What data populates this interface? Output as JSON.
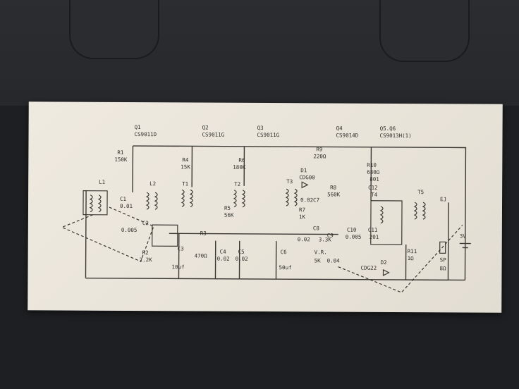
{
  "transistors": [
    {
      "id": "q1",
      "ref": "Q1",
      "part": "CS9011D"
    },
    {
      "id": "q2",
      "ref": "Q2",
      "part": "CS9011G"
    },
    {
      "id": "q3",
      "ref": "Q3",
      "part": "CS9011G"
    },
    {
      "id": "q4",
      "ref": "Q4",
      "part": "CS9014D"
    },
    {
      "id": "q56",
      "ref": "Q5.Q6",
      "part": "CS9013H(1)"
    }
  ],
  "resistors": [
    {
      "ref": "R1",
      "value": "150K"
    },
    {
      "ref": "R2",
      "value": "2.2K"
    },
    {
      "ref": "R3",
      "value": "470Ω"
    },
    {
      "ref": "R4",
      "value": "15K"
    },
    {
      "ref": "R5",
      "value": "56K"
    },
    {
      "ref": "R6",
      "value": "180K"
    },
    {
      "ref": "R7",
      "value": "1K"
    },
    {
      "ref": "R8",
      "value": "560K"
    },
    {
      "ref": "R9",
      "value": "220Ω"
    },
    {
      "ref": "R10",
      "value": "680Ω"
    },
    {
      "ref": "R11",
      "value": "1Ω"
    }
  ],
  "capacitors": [
    {
      "ref": "C1",
      "value": "0.01"
    },
    {
      "ref": "C2",
      "value": "0.005"
    },
    {
      "ref": "C3",
      "value": "10uf"
    },
    {
      "ref": "C4",
      "value": "0.02"
    },
    {
      "ref": "C5",
      "value": "0.02"
    },
    {
      "ref": "C6",
      "value": "50uf"
    },
    {
      "ref": "C7",
      "value": "0.02"
    },
    {
      "ref": "C8",
      "value": "0.02"
    },
    {
      "ref": "C9",
      "value": "0.04"
    },
    {
      "ref": "C10",
      "value": "0.005"
    },
    {
      "ref": "C11",
      "value": "201"
    },
    {
      "ref": "C12",
      "value": "801"
    }
  ],
  "coils": [
    "L1",
    "L2"
  ],
  "transformers": [
    "T1",
    "T2",
    "T3",
    "T4",
    "T5"
  ],
  "diodes": [
    {
      "ref": "D1",
      "part": "CDG00"
    },
    {
      "ref": "D2",
      "part": "CDG22"
    }
  ],
  "misc": {
    "volume": "V.R.",
    "volume_value": "5K",
    "volume_pot": "3.3K",
    "earphone": "EJ",
    "speaker": "SP",
    "speaker_value": "8Ω",
    "battery": "3V"
  }
}
